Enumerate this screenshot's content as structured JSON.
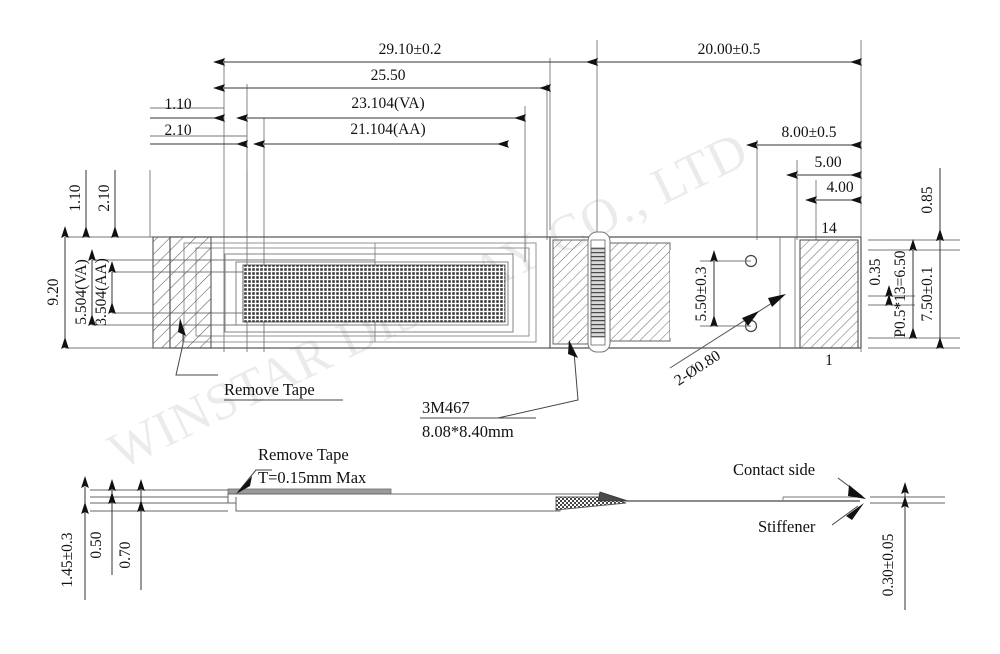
{
  "drawing": {
    "title": "OLED module mechanical outline drawing",
    "watermark": "WINSTAR DISPLAY CO., LTD",
    "line_color": "#555555",
    "text_color": "#111111",
    "hatch_color": "#666666"
  },
  "dimensions": {
    "top": {
      "overall_length": "29.10±0.2",
      "panel_length": "25.50",
      "va_length": "23.104(VA)",
      "aa_length": "21.104(AA)",
      "left_offset_1": "1.10",
      "left_offset_2": "2.10",
      "fpc_length": "20.00±0.5",
      "tail_8": "8.00±0.5",
      "tail_5": "5.00",
      "tail_4": "4.00"
    },
    "left": {
      "overall_width": "9.20",
      "va_width": "5.504(VA)",
      "aa_width": "3.504(AA)",
      "top_offset_1": "1.10",
      "top_offset_2": "2.10"
    },
    "right": {
      "edge_085": "0.85",
      "pad_pitch_035": "0.35",
      "pitch_formula": "P0.5*13=6.50",
      "connector_width": "7.50±0.1"
    },
    "center": {
      "hole_spacing": "5.50±0.3",
      "hole_callout": "2-Ø0.80"
    },
    "pins": {
      "high": "14",
      "low": "1"
    },
    "section": {
      "total_thickness": "1.45±0.3",
      "t_050": "0.50",
      "t_070": "0.70",
      "fpc_thickness": "0.30±0.05"
    }
  },
  "annotations": {
    "remove_tape_top": "Remove Tape",
    "adhesive_name": "3M467",
    "adhesive_size": "8.08*8.40mm",
    "remove_tape_section": "Remove Tape",
    "remove_tape_thickness": "T=0.15mm Max",
    "contact_side": "Contact side",
    "stiffener": "Stiffener"
  }
}
